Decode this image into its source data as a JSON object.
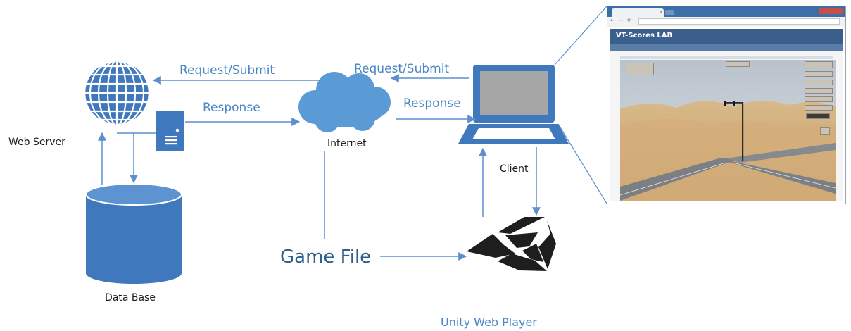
{
  "labels": {
    "request_submit_server": "Request/Submit",
    "request_submit_client": "Request/Submit",
    "response_server": "Response",
    "response_client": "Response",
    "internet": "Internet",
    "client": "Client",
    "web_server": "Web Server",
    "database": "Data Base",
    "game_file": "Game File",
    "unity_web_player": "Unity Web Player"
  },
  "browser": {
    "title": "VT-Scores LAB"
  },
  "colors": {
    "accent": "#5b9bd5",
    "arrow": "#7aa6d6",
    "label": "#4a86c5",
    "unity_logo": "#1e1e1e"
  },
  "icons": {
    "globe": "globe-icon",
    "server": "server-icon",
    "database": "database-icon",
    "cloud": "cloud-icon",
    "laptop": "laptop-icon",
    "unity": "unity-logo-icon"
  }
}
